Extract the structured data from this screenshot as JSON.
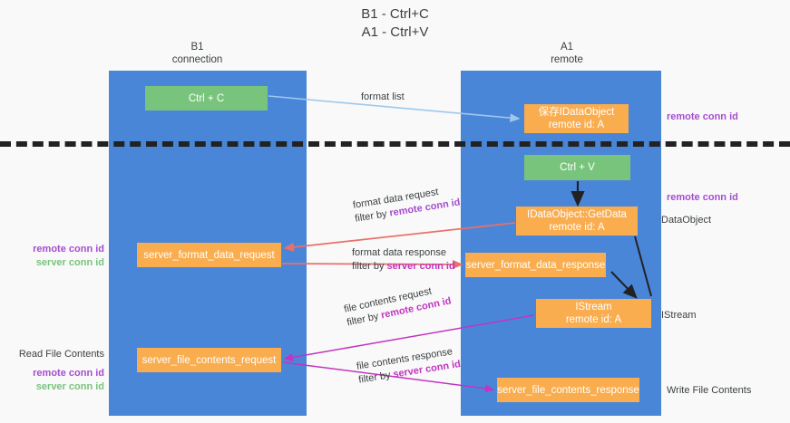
{
  "title": {
    "line1": "B1 - Ctrl+C",
    "line2": "A1 - Ctrl+V"
  },
  "columns": [
    {
      "id": "b1",
      "name": "B1",
      "role": "connection"
    },
    {
      "id": "a1",
      "name": "A1",
      "role": "remote"
    }
  ],
  "nodes": {
    "ctrl_c": {
      "label": "Ctrl + C",
      "color": "#79c47d"
    },
    "idataobject": {
      "line1": "保存IDataObject",
      "line2": "remote id: A",
      "color": "#f9ad4e"
    },
    "ctrl_v": {
      "label": "Ctrl + V",
      "color": "#79c47d"
    },
    "getdata": {
      "line1": "IDataObject::GetData",
      "line2": "remote id: A",
      "color": "#f9ad4e"
    },
    "server_format_data_request": {
      "label": "server_format_data_request",
      "color": "#f9ad4e"
    },
    "server_format_data_response": {
      "label": "server_format_data_response",
      "color": "#f9ad4e"
    },
    "istream": {
      "line1": "IStream",
      "line2": "remote id: A",
      "color": "#f9ad4e"
    },
    "server_file_contents_request": {
      "label": "server_file_contents_request",
      "color": "#f9ad4e"
    },
    "server_file_contents_response": {
      "label": "server_file_contents_response",
      "color": "#f9ad4e"
    }
  },
  "edges": {
    "format_list": {
      "text": "format list"
    },
    "format_data_request": {
      "text": "format data request",
      "filter_prefix": "filter by ",
      "filter_key": "remote conn id"
    },
    "format_data_response": {
      "text": "format data response",
      "filter_prefix": "filter by ",
      "filter_key": "server conn id"
    },
    "file_contents_request": {
      "text": "file contents request",
      "filter_prefix": "filter by ",
      "filter_key": "remote conn id"
    },
    "file_contents_response": {
      "text": "file contents response",
      "filter_prefix": "filter by ",
      "filter_key": "server conn id"
    }
  },
  "annotations": {
    "right_remote_conn_id_top": "remote conn id",
    "right_remote_conn_id_mid": "remote conn id",
    "right_dataobject": "DataObject",
    "right_istream": "IStream",
    "right_write_file_contents": "Write File Contents",
    "left_remote_conn_id_1": "remote conn id",
    "left_server_conn_id_1": "server conn id",
    "left_read_file_contents": "Read File Contents",
    "left_remote_conn_id_2": "remote conn id",
    "left_server_conn_id_2": "server conn id"
  },
  "colors": {
    "lane": "#4a86d8",
    "green_node": "#79c47d",
    "orange_node": "#f9ad4e",
    "purple_key": "#a64dd1",
    "green_key": "#79c47d",
    "magenta_key": "#c135c1",
    "arrow_blue": "#9ec8ec",
    "arrow_red": "#e8706a",
    "arrow_magenta": "#c135c1",
    "arrow_black": "#222222",
    "background": "#f9f9f9"
  }
}
